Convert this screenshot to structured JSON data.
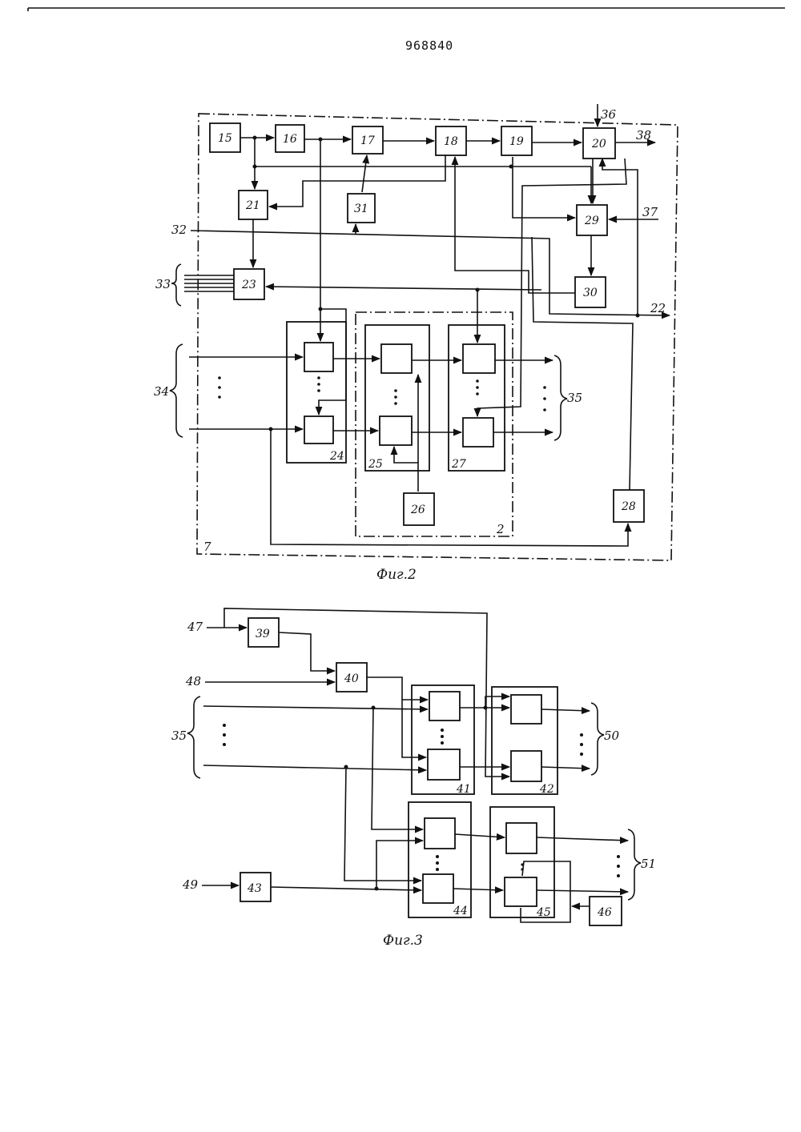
{
  "patent_number": "968840",
  "fig2": {
    "caption": "Фиг.2",
    "frame_label": "7",
    "sub_frame_label": "2",
    "blocks": {
      "b15": "15",
      "b16": "16",
      "b17": "17",
      "b18": "18",
      "b19": "19",
      "b20": "20",
      "b21": "21",
      "b23": "23",
      "b26": "26",
      "b28": "28",
      "b29": "29",
      "b30": "30",
      "b31": "31"
    },
    "groups": {
      "g24": "24",
      "g25": "25",
      "g27": "27"
    },
    "signals": {
      "s22": "22",
      "s32": "32",
      "s33": "33",
      "s34": "34",
      "s35": "35",
      "s36": "36",
      "s37": "37",
      "s38": "38"
    }
  },
  "fig3": {
    "caption": "Фиг.3",
    "blocks": {
      "b39": "39",
      "b40": "40",
      "b43": "43",
      "b46": "46"
    },
    "groups": {
      "g41": "41",
      "g42": "42",
      "g44": "44",
      "g45": "45"
    },
    "signals": {
      "s35": "35",
      "s47": "47",
      "s48": "48",
      "s49": "49",
      "s50": "50",
      "s51": "51"
    }
  }
}
